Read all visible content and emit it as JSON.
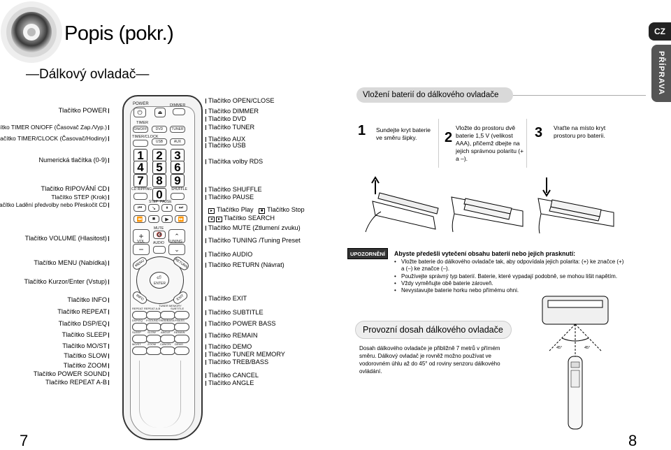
{
  "header": {
    "title": "Popis (pokr.)",
    "subtitle": "—Dálkový ovladač—",
    "lang_badge": "CZ",
    "side_tab": "PŘÍPRAVA"
  },
  "left_labels": [
    "Tlačítko POWER",
    "Tlačítko TIMER ON/OFF (Časovač Zap./Vyp.)",
    "Tlačítko TIMER/CLOCK (Časovač/Hodiny)",
    "Numerická tlačítka (0-9)",
    "Tlačítko RIPOVÁNÍ CD",
    "Tlačítko STEP (Krok)",
    "Tlačítko Ladění předvolby nebo Přeskočit CD",
    "Tlačítko VOLUME (Hlasitost)",
    "Tlačítko MENU (Nabídka)",
    "Tlačítko Kurzor/Enter (Vstup)",
    "Tlačítko INFO",
    "Tlačítko REPEAT",
    "Tlačítko DSP/EQ",
    "Tlačítko SLEEP",
    "Tlačítko MO/ST",
    "Tlačítko SLOW",
    "Tlačítko ZOOM",
    "Tlačítko POWER SOUND",
    "Tlačítko REPEAT A-B"
  ],
  "right_labels": [
    "Tlačítko OPEN/CLOSE",
    "Tlačítko DIMMER",
    "Tlačítko DVD",
    "Tlačítko TUNER",
    "Tlačítko AUX",
    "Tlačítko USB",
    "Tlačítka volby RDS",
    "Tlačítko SHUFFLE",
    "Tlačítko PAUSE",
    "Tlačítko Play",
    "Tlačítko Stop",
    "Tlačítko SEARCH",
    "Tlačítko MUTE (Ztlumení zvuku)",
    "Tlačítko TUNING /Tuning Preset",
    "Tlačítko AUDIO",
    "Tlačítko RETURN (Návrat)",
    "Tlačítko EXIT",
    "Tlačítko SUBTITLE",
    "Tlačítko POWER BASS",
    "Tlačítko REMAIN",
    "Tlačítko DEMO",
    "Tlačítko TUNER MEMORY",
    "Tlačítko TREB/BASS",
    "Tlačítko CANCEL",
    "Tlačítko ANGLE"
  ],
  "remote": {
    "power": "POWER",
    "dimmer": "DIMMER",
    "timer": "TIMER",
    "onoff": "ON/OFF",
    "dvd": "DVD",
    "tuner": "TUNER",
    "timer_clock": "TIMER/CLOCK",
    "usb": "USB",
    "aux": "AUX",
    "digits": [
      "1",
      "2",
      "3",
      "4",
      "5",
      "6",
      "7",
      "8",
      "9",
      "0"
    ],
    "cd_ripping": "CD RIPPING",
    "shuffle": "SHUFFLE",
    "step": "STEP",
    "pause": "PAUSE",
    "mute": "MUTE",
    "vol": "VOL",
    "tuning": "TUNING",
    "audio": "AUDIO",
    "menu": "MENU",
    "return": "RETURN",
    "enter": "ENTER",
    "info": "INFO",
    "exit": "EXIT",
    "row1": [
      "REPEAT",
      "REPEAT A-B",
      "TUNER MEMORY",
      "SUBTITLE"
    ],
    "row2": [
      "DSP/EQ",
      "P.SOUND",
      "TREB/BASS",
      "P.BASS"
    ],
    "row3": [
      "SLEEP",
      "SLOW",
      "ANGLE",
      "REMAIN"
    ],
    "row4": [
      "MO/ST",
      "ZOOM",
      "CANCEL",
      "DEMO"
    ]
  },
  "battery": {
    "heading": "Vložení baterií do dálkového ovladače",
    "steps": [
      {
        "num": "1",
        "text": "Sundejte kryt baterie ve směru šipky."
      },
      {
        "num": "2",
        "text": "Vložte do prostoru dvě baterie 1,5 V (velikost AAA), přičemž dbejte na jejich správnou polaritu (+ a –)."
      },
      {
        "num": "3",
        "text": "Vraťte na místo kryt prostoru pro baterii."
      }
    ]
  },
  "warning": {
    "badge": "UPOZORNĚNÍ",
    "title": "Abyste předešli vytečení obsahu baterií nebo jejich prasknutí:",
    "bullets": [
      "Vložte baterie do dálkového ovladače tak, aby odpovídala jejich polarita: (+) ke značce (+) a (–) ke značce (–).",
      "Používejte správný typ baterií. Baterie, které vypadají podobně, se mohou lišit napětím.",
      "Vždy vyměňujte obě baterie zároveň.",
      "Nevystavujte baterie horku nebo přímému ohni."
    ]
  },
  "range": {
    "heading": "Provozní dosah dálkového ovladače",
    "text": "Dosah dálkového ovladače je přibližně 7 metrů v přímém směru. Dálkový ovladač je rovněž možno používat ve vodorovném úhlu až do 45° od roviny senzoru dálkového ovládání.",
    "angle_left": "45°",
    "angle_right": "45°"
  },
  "footer": {
    "page_left": "7",
    "page_right": "8"
  }
}
